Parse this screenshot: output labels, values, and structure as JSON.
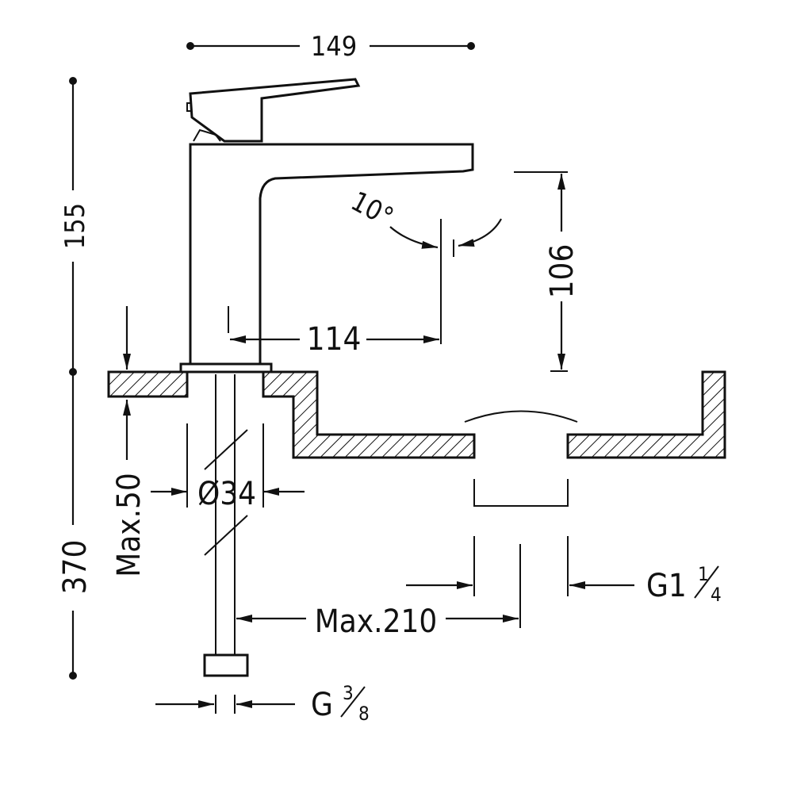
{
  "dimensions": {
    "width_top": "149",
    "height_top": "155",
    "height_total": "370",
    "spout_reach": "114",
    "spout_height": "106",
    "angle": "10°",
    "max_thickness": "Max.50",
    "hole_diameter": "Ø34",
    "max_hose": "Max.210",
    "waste_thread": "G1¼",
    "waste_thread_main": "G1",
    "waste_thread_num": "1",
    "waste_thread_den": "4",
    "supply_thread_main": "G",
    "supply_thread_num": "3",
    "supply_thread_den": "8"
  },
  "colors": {
    "line": "#111111",
    "background": "#ffffff"
  }
}
